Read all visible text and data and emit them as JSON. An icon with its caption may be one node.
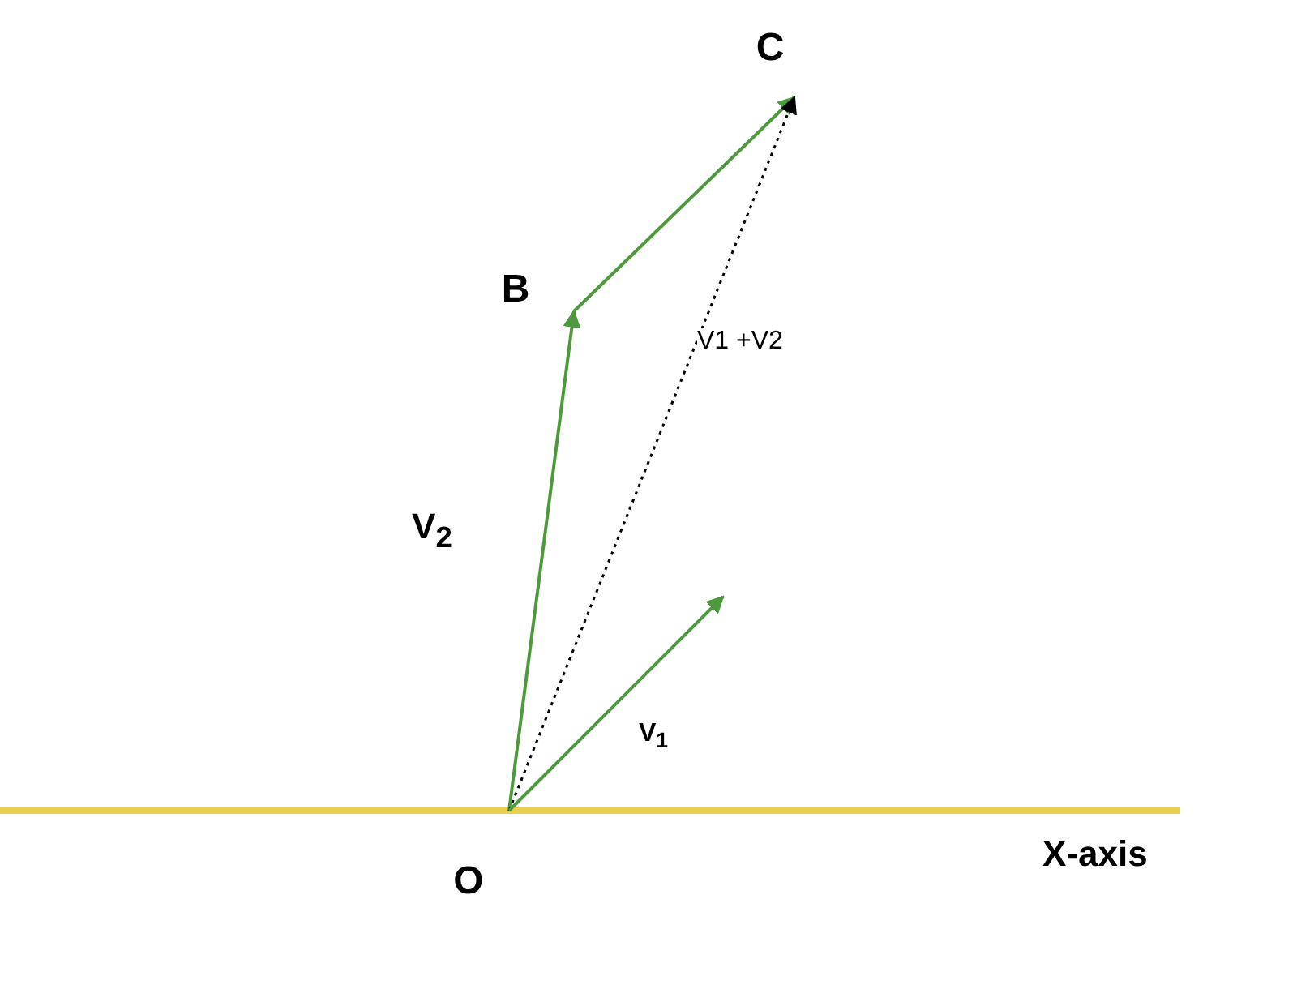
{
  "diagram": {
    "nodes": [
      {
        "text": [
          "O"
        ]
      },
      {
        "text": [
          "B"
        ]
      },
      {
        "text": [
          "C"
        ]
      }
    ],
    "edges": [
      {
        "from": 0,
        "to": 1,
        "arrow": "to",
        "label": "V$_{2}$"
      },
      {
        "from": 1,
        "to": 2,
        "arrow": "to"
      },
      {
        "from": 0,
        "to": 2,
        "arrow": "to",
        "label": "V1 +V2",
        "style": "dashed",
        "color": "#000000"
      },
      {
        "from": 0,
        "to": null,
        "arrow": "to",
        "label": "V$_{1}$"
      }
    ],
    "labels": [
      "X-axis"
    ]
  }
}
